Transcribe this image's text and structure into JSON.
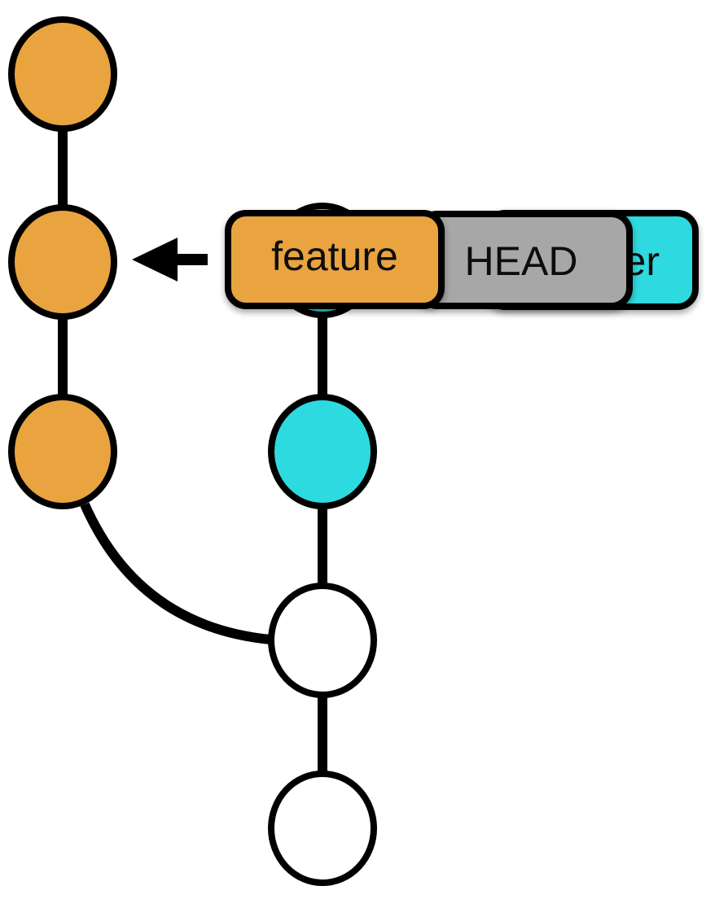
{
  "colors": {
    "feature": "#E9A43F",
    "master": "#2DDADF",
    "head": "#A6A7A6",
    "base": "#FFFFFF",
    "stroke": "#000000"
  },
  "labels": {
    "feature": "feature",
    "head": "HEAD",
    "master_visible": "er"
  },
  "commits": [
    {
      "id": "f1",
      "branch": "feature"
    },
    {
      "id": "f2",
      "branch": "feature"
    },
    {
      "id": "f3",
      "branch": "feature"
    },
    {
      "id": "m1",
      "branch": "master"
    },
    {
      "id": "b1",
      "branch": "base"
    },
    {
      "id": "b2",
      "branch": "base"
    }
  ]
}
